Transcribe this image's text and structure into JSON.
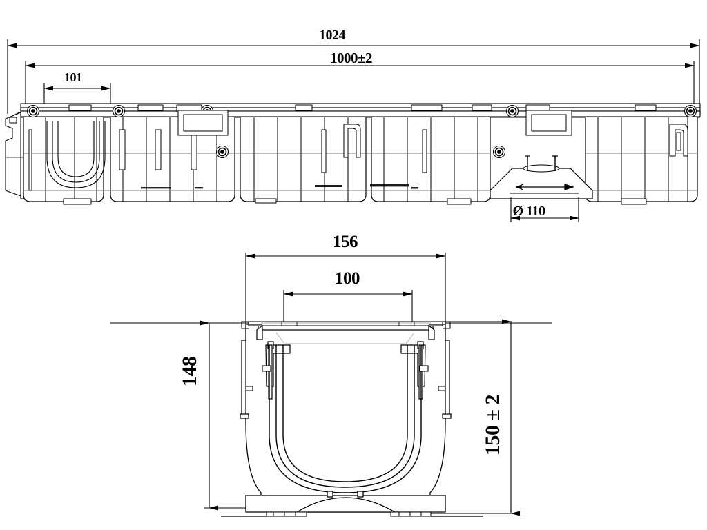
{
  "drawing": {
    "type": "engineering-drawing",
    "subject": "polymer drainage channel / trench drain",
    "units": "mm",
    "views": [
      {
        "name": "side-elevation",
        "label": ""
      },
      {
        "name": "cross-section",
        "label": ""
      }
    ]
  },
  "dimensions": {
    "overall_length": "1024",
    "nominal_length": "1000±2",
    "module_pitch": "101",
    "outlet_diameter": "Ø 110",
    "outer_width": "156",
    "inner_width": "100",
    "inner_height": "148",
    "overall_height": "150 ± 2"
  },
  "annotations": {
    "flow_arrow": "flow-direction-arrow"
  },
  "colors": {
    "line": "#000000",
    "thin_line": "#3a3a3a",
    "hidden_line": "#8a8a8a",
    "background": "#ffffff"
  }
}
